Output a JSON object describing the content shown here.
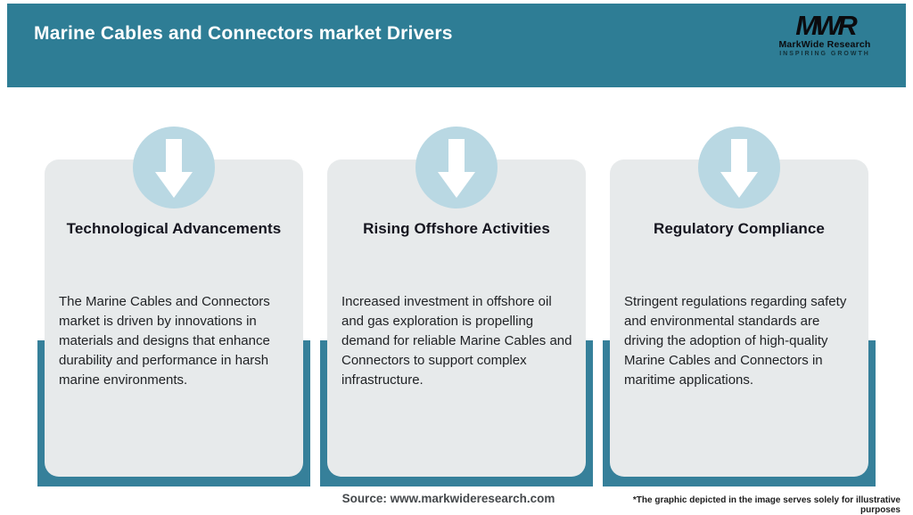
{
  "header": {
    "title": "Marine Cables and Connectors market Drivers"
  },
  "logo": {
    "monogram": "MWR",
    "name": "MarkWide Research",
    "tagline": "INSPIRING GROWTH"
  },
  "cards": [
    {
      "icon": "down-arrow-icon",
      "title": "Technological Advancements",
      "body": "The Marine Cables and Connectors market is driven by innovations in materials and designs that enhance durability and performance in harsh marine environments."
    },
    {
      "icon": "down-arrow-icon",
      "title": "Rising Offshore Activities",
      "body": "Increased investment in offshore oil and gas exploration is propelling demand for reliable Marine Cables and Connectors to support complex infrastructure."
    },
    {
      "icon": "down-arrow-icon",
      "title": "Regulatory Compliance",
      "body": "Stringent regulations regarding safety and environmental standards are driving the adoption of high-quality Marine Cables and Connectors in maritime applications."
    }
  ],
  "footer": {
    "source": "Source: www.markwideresearch.com",
    "disclaimer": "*The graphic depicted in the image serves solely for illustrative purposes"
  },
  "colors": {
    "header_teal": "#2e7d95",
    "frame_teal": "#36809a",
    "circle_blue": "#b9d8e3",
    "card_gray": "#e7eaeb",
    "title_dark": "#15151f",
    "arrow_white": "#ffffff"
  }
}
